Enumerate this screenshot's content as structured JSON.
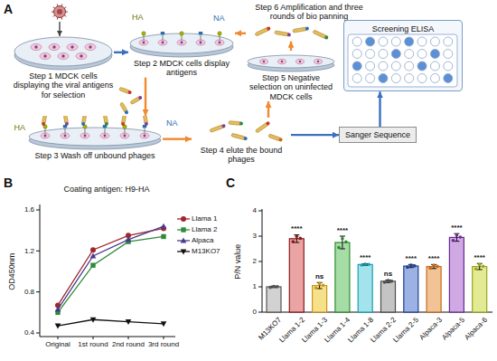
{
  "diagram": {
    "nodes": [
      {
        "text": [
          "Step 1 MDCK cells displaying the viral antigens for selection"
        ]
      },
      {
        "text": [
          "Step 2 MDCK cells display antigens"
        ]
      },
      {
        "text": [
          "Step 3 Wash off unbound phages"
        ]
      },
      {
        "text": [
          "Step 4 elute the bound phages"
        ]
      },
      {
        "text": [
          "Step 5 Negative selection on uninfected MDCK cells"
        ]
      },
      {
        "text": [
          "Step 6 Amplification and three rounds of bio panning"
        ]
      },
      {
        "text": [
          "Screening ELISA"
        ]
      },
      {
        "text": [
          "Sanger Sequence"
        ]
      }
    ],
    "edges": [
      {
        "from": 0,
        "to": 1,
        "arrow": "to"
      },
      {
        "from": 1,
        "to": 2,
        "arrow": "to"
      },
      {
        "from": 2,
        "to": 3,
        "arrow": "to"
      },
      {
        "from": 3,
        "to": 4,
        "arrow": "to"
      },
      {
        "from": 4,
        "to": 5,
        "arrow": "to"
      },
      {
        "from": 5,
        "to": 1,
        "arrow": "to"
      },
      {
        "from": 3,
        "to": 7,
        "arrow": "to"
      },
      {
        "from": 7,
        "to": 6,
        "arrow": "to"
      }
    ],
    "labels": [
      "A",
      "HA",
      "NA",
      "HA",
      "NA",
      "B",
      "Coating antigen: H9-HA",
      "OD450nm",
      "0.4",
      "0.8",
      "1.2",
      "1.6",
      "Original",
      "1st round",
      "2nd round",
      "3rd round",
      "C",
      "P/N value",
      "0",
      "1",
      "2",
      "3",
      "4",
      "M13KO7",
      "Llama 1-2",
      "Llama 1-3",
      "Llama 1-4",
      "Llama 1-8",
      "Llama 2-2",
      "Llama 2-5",
      "Alpaca-3",
      "Alpaca-5",
      "Alpaca-6",
      "****",
      "ns",
      "****",
      "****",
      "ns",
      "****",
      "****",
      "****",
      "****"
    ],
    "legend": [
      {
        "text": "Llama 1"
      },
      {
        "text": "Llama 2"
      },
      {
        "text": "Alpaca"
      },
      {
        "text": "M13KO7"
      }
    ]
  }
}
